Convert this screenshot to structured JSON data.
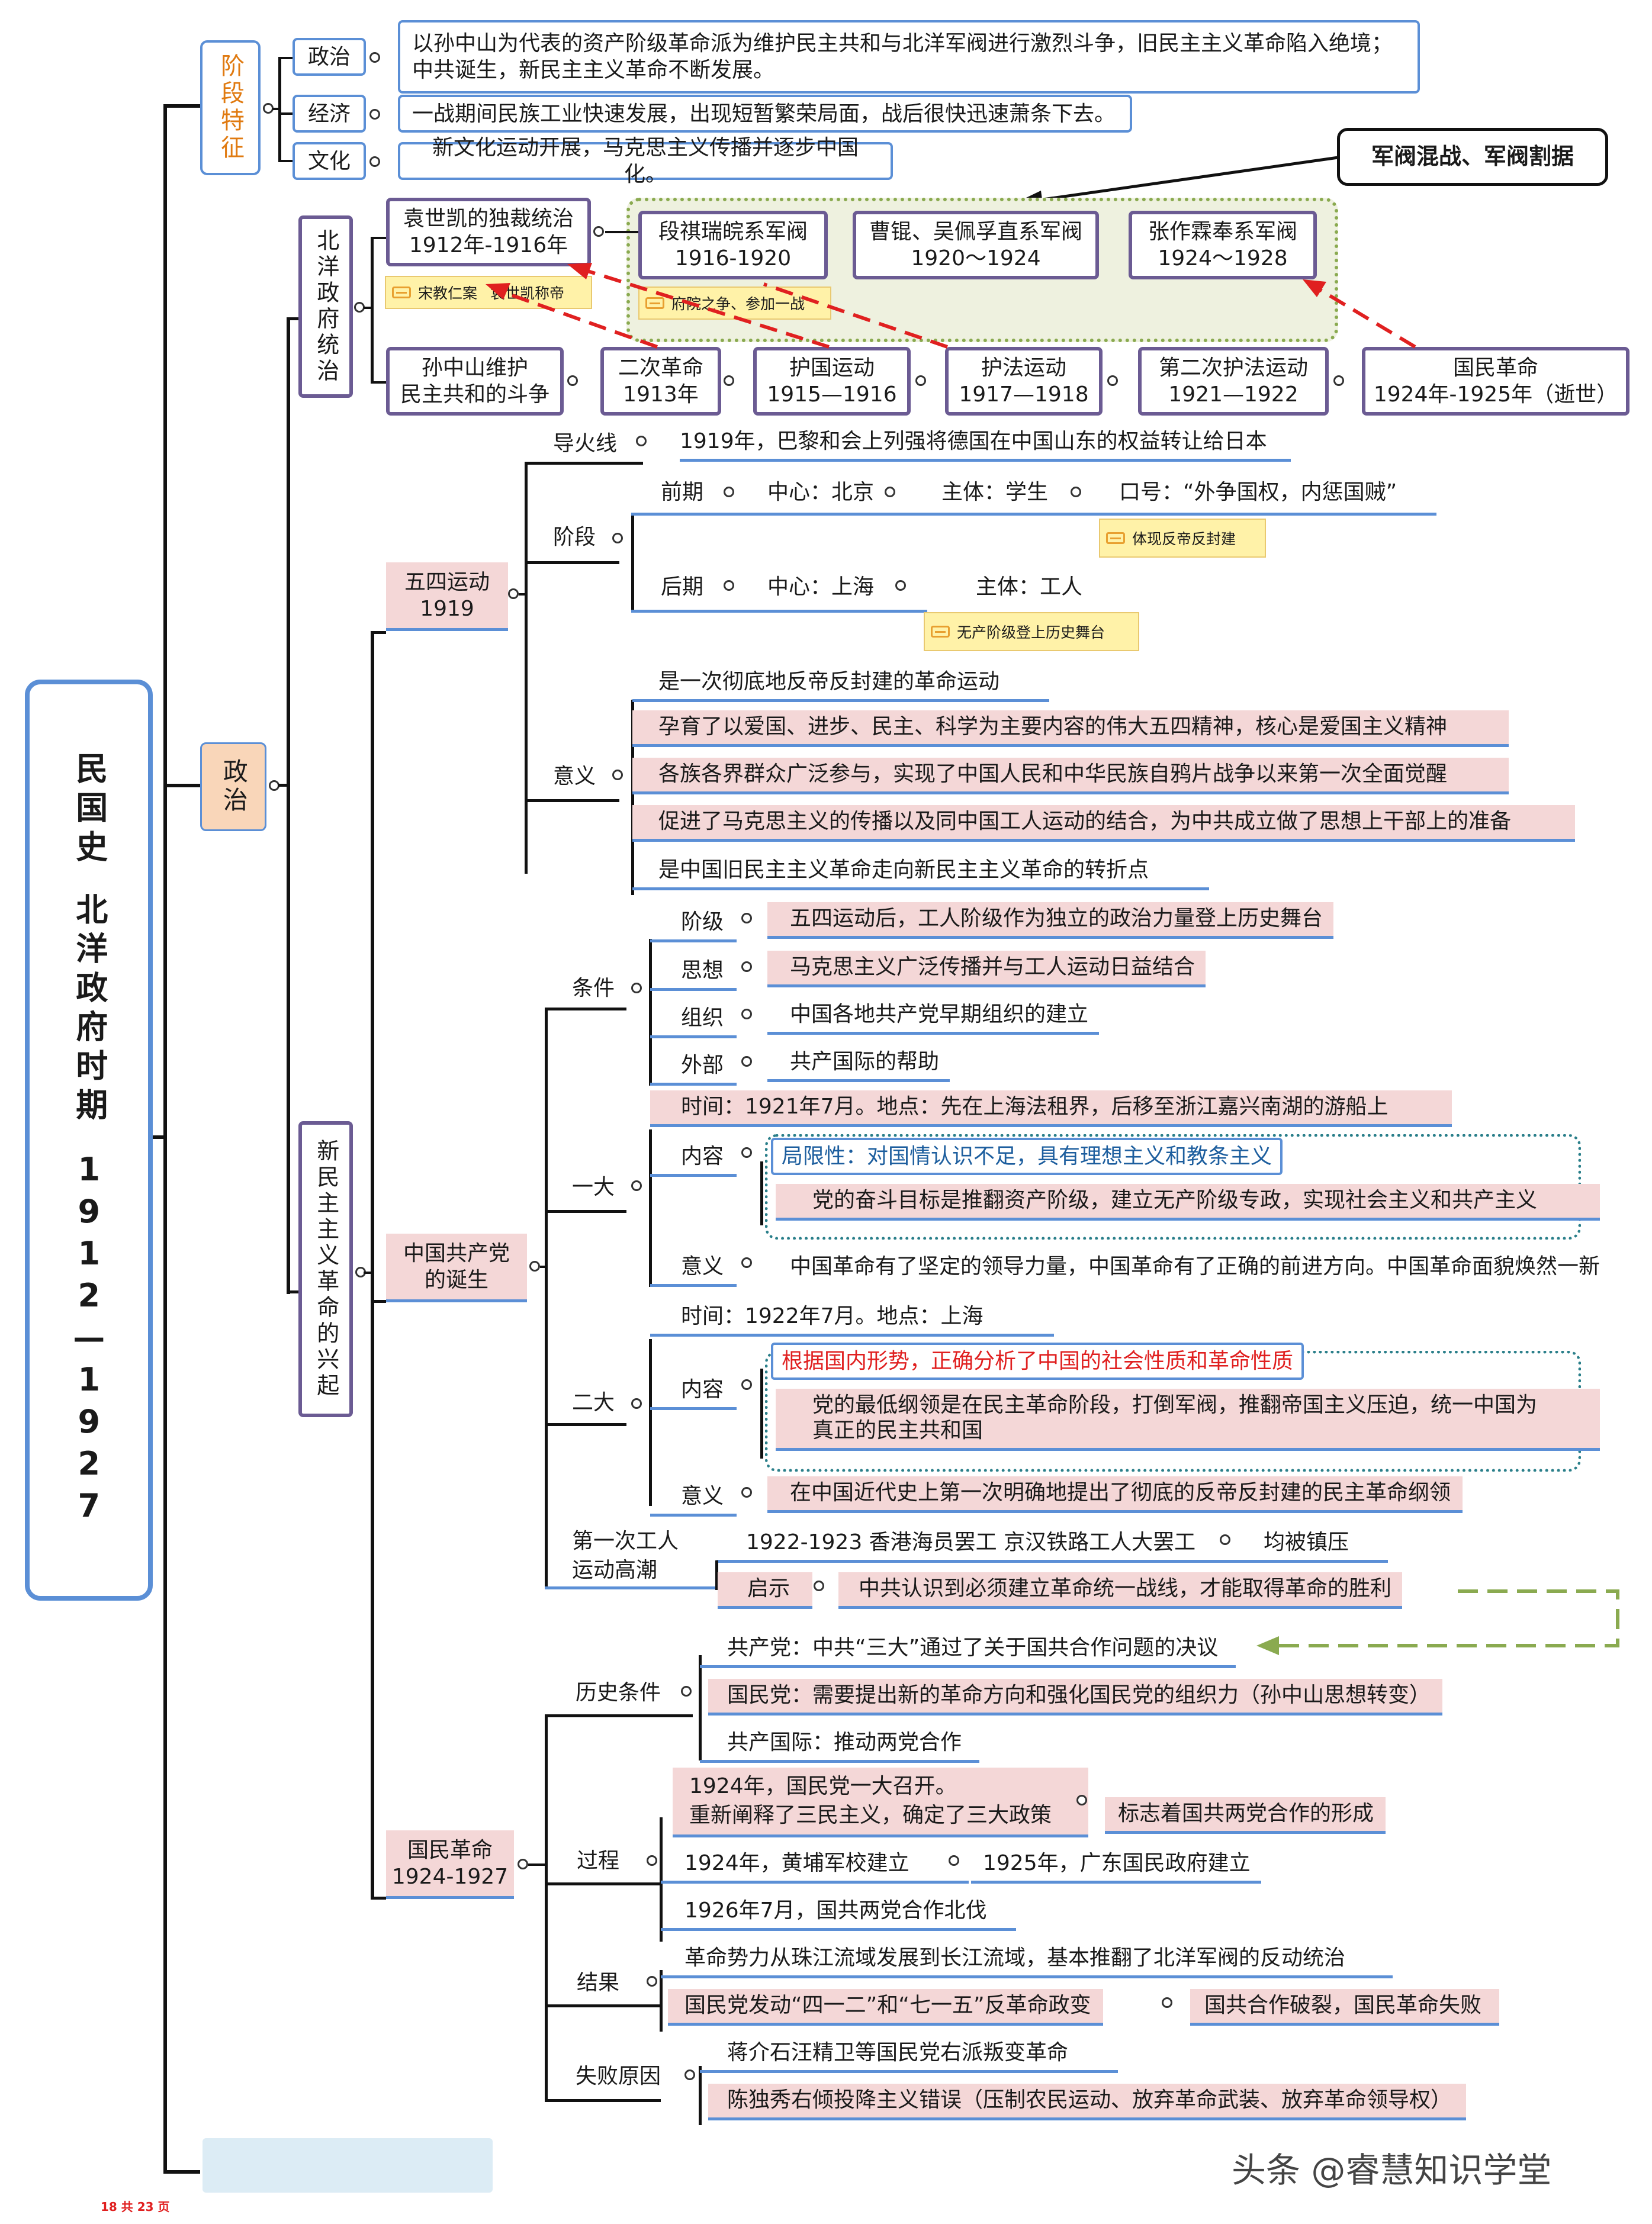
{
  "root_title": "民国史  北洋政府时期  1912—1927",
  "root_label_a": "民国史",
  "root_label_b": "北洋政府时期",
  "root_years": "1912—1927",
  "stage": {
    "label": "阶段特征",
    "politics_label": "政治",
    "politics_text": "以孙中山为代表的资产阶级革命派为维护民主共和与北洋军阀进行激烈斗争，旧民主主义革命陷入绝境；中共诞生，新民主主义革命不断发展。",
    "economy_label": "经济",
    "economy_text": "一战期间民族工业快速发展，出现短暂繁荣局面，战后很快迅速萧条下去。",
    "culture_label": "文化",
    "culture_text": "新文化运动开展，马克思主义传播并逐步中国化。"
  },
  "politics_main": "政治",
  "beiyang": {
    "label": "北洋政府统治",
    "callout": "军阀混战、军阀割据",
    "yuan": "袁世凯的独裁统治\n1912年-1916年",
    "yuan_note_1": "宋教仁案",
    "yuan_note_2": "袁世凯称帝",
    "duan": "段祺瑞皖系军阀\n1916-1920",
    "duan_note": "府院之争、参加一战",
    "cao": "曹锟、吴佩孚直系军阀\n1920～1924",
    "zhang": "张作霖奉系军阀\n1924～1928",
    "sun": "孙中山维护\n民主共和的斗争",
    "r1": "二次革命\n1913年",
    "r2": "护国运动\n1915—1916",
    "r3": "护法运动\n1917—1918",
    "r4": "第二次护法运动\n1921—1922",
    "r5": "国民革命\n1924年-1925年（逝世）"
  },
  "newdem": {
    "label": "新民主主义革命的兴起"
  },
  "may4": {
    "title": "五四运动\n1919",
    "fuse_label": "导火线",
    "fuse_text": "1919年，巴黎和会上列强将德国在中国山东的权益转让给日本",
    "stage_label": "阶段",
    "early": "前期",
    "early_center": "中心：北京",
    "early_body": "主体：学生",
    "early_slogan": "口号：“外争国权，内惩国贼”",
    "early_note": "体现反帝反封建",
    "late": "后期",
    "late_center": "中心：上海",
    "late_body": "主体：工人",
    "late_note": "无产阶级登上历史舞台",
    "sig_label": "意义",
    "sig": [
      "是一次彻底地反帝反封建的革命运动",
      "孕育了以爱国、进步、民主、科学为主要内容的伟大五四精神，核心是爱国主义精神",
      "各族各界群众广泛参与，实现了中国人民和中华民族自鸦片战争以来第一次全面觉醒",
      "促进了马克思主义的传播以及同中国工人运动的结合，为中共成立做了思想上干部上的准备",
      "是中国旧民主主义革命走向新民主主义革命的转折点"
    ]
  },
  "ccp": {
    "title": "中国共产党\n的诞生",
    "cond_label": "条件",
    "cond": [
      {
        "k": "阶级",
        "v": "五四运动后，工人阶级作为独立的政治力量登上历史舞台"
      },
      {
        "k": "思想",
        "v": "马克思主义广泛传播并与工人运动日益结合"
      },
      {
        "k": "组织",
        "v": "中国各地共产党早期组织的建立"
      },
      {
        "k": "外部",
        "v": "共产国际的帮助"
      }
    ],
    "c1_label": "一大",
    "c1_time": "时间：1921年7月。地点：先在上海法租界，后移至浙江嘉兴南湖的游船上",
    "c1_content_label": "内容",
    "c1_limit": "局限性：对国情认识不足，具有理想主义和教条主义",
    "c1_goal": "党的奋斗目标是推翻资产阶级，建立无产阶级专政，实现社会主义和共产主义",
    "c1_sig_label": "意义",
    "c1_sig": "中国革命有了坚定的领导力量，中国革命有了正确的前进方向。中国革命面貌焕然一新",
    "c2_label": "二大",
    "c2_time": "时间：1922年7月。地点：上海",
    "c2_content_label": "内容",
    "c2_red": "根据国内形势，正确分析了中国的社会性质和革命性质",
    "c2_program": "党的最低纲领是在民主革命阶段，打倒军阀，推翻帝国主义压迫，统一中国为\n真正的民主共和国",
    "c2_sig_label": "意义",
    "c2_sig": "在中国近代史上第一次明确地提出了彻底的反帝反封建的民主革命纲领",
    "labor_label": "第一次工人\n运动高潮",
    "labor_text": "1922-1923  香港海员罢工 京汉铁路工人大罢工",
    "labor_result": "均被镇压",
    "lesson_label": "启示",
    "lesson_text": "中共认识到必须建立革命统一战线，才能取得革命的胜利"
  },
  "natrev": {
    "title": "国民革命\n1924-1927",
    "hist_label": "历史条件",
    "hist": [
      "共产党：中共“三大”通过了关于国共合作问题的决议",
      "国民党：需要提出新的革命方向和强化国民党的组织力（孙中山思想转变）",
      "共产国际：推动两党合作"
    ],
    "proc_label": "过程",
    "proc_1": "1924年，国民党一大召开。\n重新阐释了三民主义，确定了三大政策",
    "proc_1_note": "标志着国共两党合作的形成",
    "proc_2a": "1924年，黄埔军校建立",
    "proc_2b": "1925年，广东国民政府建立",
    "proc_3": "1926年7月，国共两党合作北伐",
    "res_label": "结果",
    "res_1": "革命势力从珠江流域发展到长江流域，基本推翻了北洋军阀的反动统治",
    "res_2": "国民党发动“四一二”和“七一五”反革命政变",
    "res_3": "国共合作破裂，国民革命失败",
    "fail_label": "失败原因",
    "fail_1": "蒋介石汪精卫等国民党右派叛变革命",
    "fail_2": "陈独秀右倾投降主义错误（压制农民运动、放弃革命武装、放弃革命领导权）"
  },
  "footer_page": "18 共 23 页",
  "watermark": "头条 @睿慧知识学堂",
  "colors": {
    "blue": "#5b8fd6",
    "purple": "#6b5b93",
    "pink": "#f4d7d7",
    "red": "#e02020",
    "green": "#8aaa50",
    "teal": "#2a7f8a"
  }
}
